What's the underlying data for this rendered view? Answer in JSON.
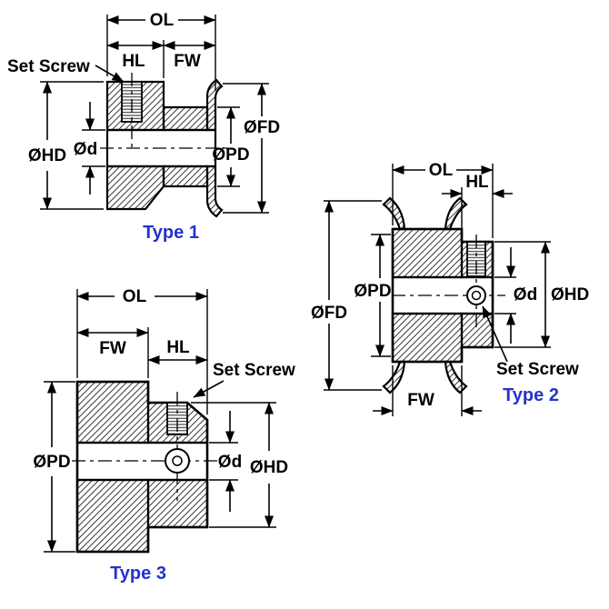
{
  "dimension_labels": {
    "overall_length": "OL",
    "hub_length": "HL",
    "face_width": "FW",
    "flange_diameter": "ØFD",
    "pitch_diameter": "ØPD",
    "hub_diameter": "ØHD",
    "bore_diameter": "Ød"
  },
  "annotations": {
    "set_screw": "Set Screw"
  },
  "captions": {
    "type1": "Type 1",
    "type2": "Type 2",
    "type3": "Type 3"
  },
  "colors": {
    "line": "#000000",
    "caption_blue": "#2433cc",
    "hatch": "#3a3a3a",
    "background": "#ffffff"
  }
}
